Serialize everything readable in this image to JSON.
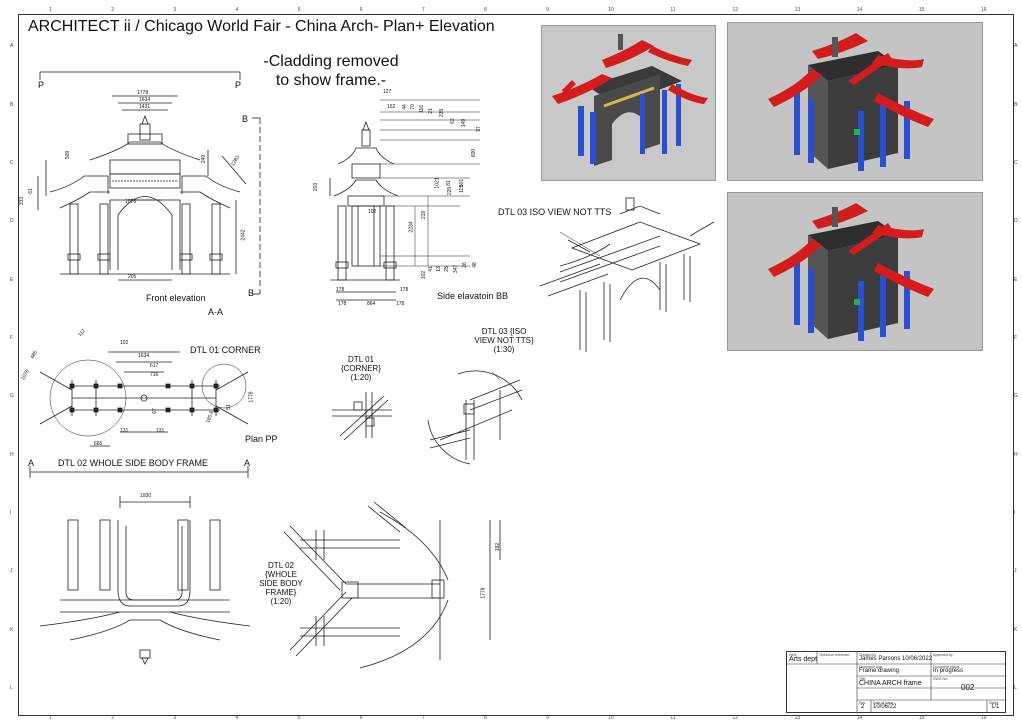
{
  "sheet": {
    "title": "ARCHITECT ii / Chicago World Fair - China Arch- Plan+ Elevation",
    "note_line1": "-Cladding removed",
    "note_line2": "to show frame.-",
    "zones_top": [
      "1",
      "2",
      "3",
      "4",
      "5",
      "6",
      "7",
      "8",
      "9",
      "10",
      "11",
      "12",
      "13",
      "14",
      "15",
      "16"
    ],
    "zones_side": [
      "A",
      "B",
      "C",
      "D",
      "E",
      "F",
      "G",
      "H",
      "I",
      "J",
      "K",
      "L"
    ]
  },
  "front_elevation": {
    "label": "Front elevation",
    "section": "A-A",
    "marker_p": "P",
    "marker_b": "B",
    "dims": {
      "d1778": "1778",
      "d1634": "1634",
      "d1431": "1431",
      "d1076": "1076",
      "d205": "205",
      "d2442": "2442",
      "d1283": "1283",
      "d333": "333",
      "d61": "61",
      "d509": "509",
      "d249": "249"
    }
  },
  "side_elevation": {
    "label": "Side elavatoin BB",
    "dims": {
      "d127": "127",
      "d152": "152",
      "d44": "44",
      "d70": "70",
      "d116": "116",
      "d21": "21",
      "d239": "239",
      "d62": "62",
      "d149": "149",
      "d97": "97",
      "d203": "203",
      "d102": "102",
      "d219": "219",
      "d2234": "2234",
      "d178a": "178",
      "d178b": "178",
      "d178c": "178",
      "d864": "864",
      "d178d": "178",
      "d600": "600",
      "d501": "501",
      "d81": "81",
      "d229": "229",
      "d119": "119",
      "d94": "94",
      "d41": "41",
      "d13": "13",
      "d25": "25",
      "d347": "347",
      "d26": "26",
      "d48": "48",
      "d102b": "102",
      "d1021": "1021"
    }
  },
  "plan": {
    "label": "Plan PP",
    "dtl01_tag": "DTL 01 CORNER",
    "dtl02_label": "DTL 02 WHOLE SIDE BODY FRAME",
    "marker_a": "A",
    "dims": {
      "d102": "102",
      "d1634": "1634",
      "d617": "617",
      "d716": "716",
      "d112": "112",
      "d485": "485",
      "d1076": "1076",
      "d67": "67",
      "d51": "51",
      "d1778": "1778",
      "d1858": "185.8",
      "d131a": "131",
      "d131b": "131",
      "d665": "665"
    }
  },
  "details": {
    "dtl01": "DTL 01 {CORNER} (1:20)",
    "dtl01_l1": "DTL 01",
    "dtl01_l2": "{CORNER}",
    "dtl01_l3": "(1:20)",
    "dtl03_iso_l1": "DTL 03 {ISO",
    "dtl03_iso_l2": "VIEW NOT TTS}",
    "dtl03_iso_l3": "(1:30)",
    "dtl03_top": "DTL 03 ISO VIEW NOT TTS",
    "dtl02_l1": "DTL 02",
    "dtl02_l2": "{WHOLE",
    "dtl02_l3": "SIDE BODY",
    "dtl02_l4": "FRAME}",
    "dtl02_l5": "(1:20)",
    "dims": {
      "d1930": "1930",
      "d192": "192",
      "d1778": "1778"
    }
  },
  "title_block": {
    "dept_h": "Dept.",
    "dept": "Arts dept",
    "tech_ref_h": "Technical reference",
    "created_h": "Created by",
    "created": "James Parsons 10/06/2022",
    "approved_h": "Approved by",
    "doc_type_h": "Document type",
    "doc_type": "Frame drawing",
    "doc_status_h": "Document status",
    "doc_status": "In progress",
    "title_h": "Title",
    "title": "CHINA ARCH frame",
    "dwg_h": "DWG No.",
    "dwg": "002",
    "rev_h": "Rev.",
    "rev": "2",
    "date_h": "Date of issue",
    "date": "10/06/22",
    "sheet_h": "Sheet",
    "sheet": "1/1"
  },
  "colors": {
    "roof": "#d41c1c",
    "columns": "#2a4fd6",
    "frame": "#555555",
    "line": "#222222"
  }
}
